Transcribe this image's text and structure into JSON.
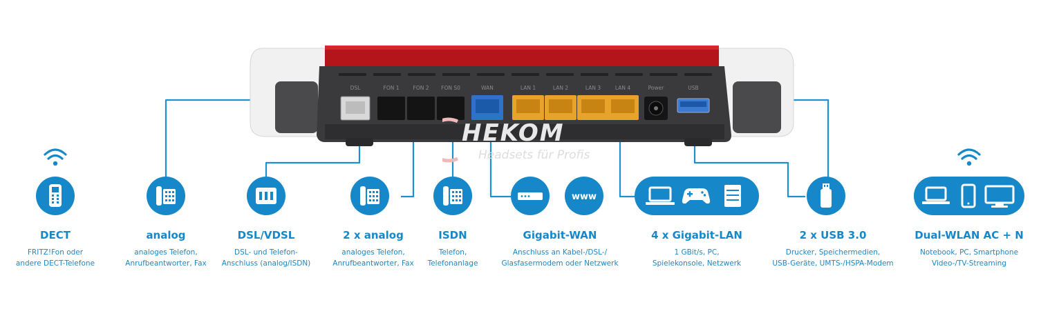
{
  "watermark": {
    "brand": "HEKOM",
    "tagline": "Headsets für Profis"
  },
  "router": {
    "port_labels": [
      "DSL",
      "FON 1",
      "FON 2",
      "FON S0",
      "WAN",
      "LAN 1",
      "LAN 2",
      "LAN 3",
      "LAN 4",
      "Power",
      "USB"
    ]
  },
  "items": [
    {
      "title": "DECT",
      "desc": [
        "FRITZ!Fon oder",
        "andere DECT-Telefone"
      ]
    },
    {
      "title": "analog",
      "desc": [
        "analoges Telefon,",
        "Anrufbeantworter, Fax"
      ]
    },
    {
      "title": "DSL/VDSL",
      "desc": [
        "DSL- und Telefon-",
        "Anschluss (analog/ISDN)"
      ]
    },
    {
      "title": "2 x analog",
      "desc": [
        "analoges Telefon,",
        "Anrufbeantworter, Fax"
      ]
    },
    {
      "title": "ISDN",
      "desc": [
        "Telefon,",
        "Telefonanlage"
      ]
    },
    {
      "title": "Gigabit-WAN",
      "desc": [
        "Anschluss an Kabel-/DSL-/",
        "Glasfasermodem oder Netzwerk"
      ],
      "icon_text": "www"
    },
    {
      "title": "4 x Gigabit-LAN",
      "desc": [
        "1 GBit/s, PC,",
        "Spielekonsole, Netzwerk"
      ]
    },
    {
      "title": "2 x USB 3.0",
      "desc": [
        "Drucker, Speichermedien,",
        "USB-Geräte, UMTS-/HSPA-Modem"
      ]
    },
    {
      "title": "Dual-WLAN AC + N",
      "desc": [
        "Notebook, PC, Smartphone",
        "Video-/TV-Streaming"
      ]
    }
  ],
  "colors": {
    "accent": "#1688c9",
    "router_red": "#b3151b",
    "router_body": "#3a3a3c"
  }
}
